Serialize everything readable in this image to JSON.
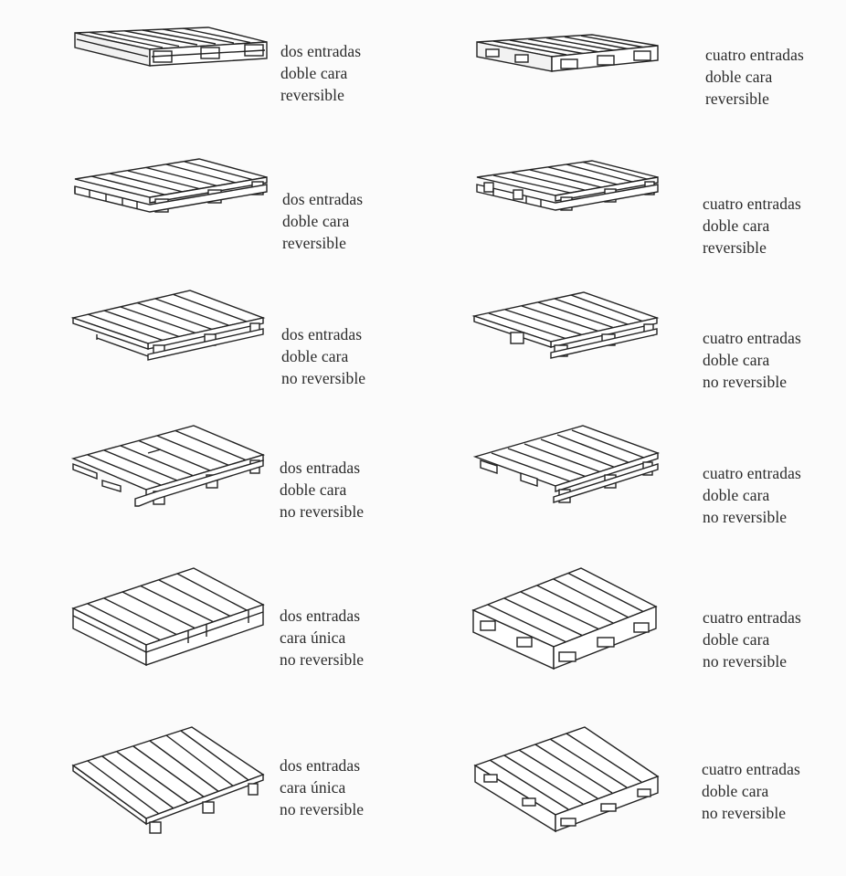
{
  "pallets": [
    {
      "lines": [
        "dos entradas",
        "doble cara",
        "reversible"
      ],
      "style": "flat-double"
    },
    {
      "lines": [
        "cuatro entradas",
        "doble cara",
        "reversible"
      ],
      "style": "flat-double-notched"
    },
    {
      "lines": [
        "dos entradas",
        "doble cara",
        "reversible"
      ],
      "style": "double-spaced"
    },
    {
      "lines": [
        "cuatro entradas",
        "doble cara",
        "reversible"
      ],
      "style": "double-spaced-notched"
    },
    {
      "lines": [
        "dos entradas",
        "doble cara",
        "no reversible"
      ],
      "style": "double-bottom"
    },
    {
      "lines": [
        "cuatro entradas",
        "doble cara",
        "no reversible"
      ],
      "style": "double-bottom-notched"
    },
    {
      "lines": [
        "dos entradas",
        "doble cara",
        "no reversible"
      ],
      "style": "wing"
    },
    {
      "lines": [
        "cuatro entradas",
        "doble cara",
        "no reversible"
      ],
      "style": "wing-notched"
    },
    {
      "lines": [
        "dos entradas",
        "cara única",
        "no reversible"
      ],
      "style": "single-face"
    },
    {
      "lines": [
        "cuatro entradas",
        "doble cara",
        "no reversible"
      ],
      "style": "perimeter-base"
    },
    {
      "lines": [
        "dos entradas",
        "cara única",
        "no reversible"
      ],
      "style": "single-face-open"
    },
    {
      "lines": [
        "cuatro entradas",
        "doble cara",
        "no reversible"
      ],
      "style": "perimeter-open"
    }
  ]
}
